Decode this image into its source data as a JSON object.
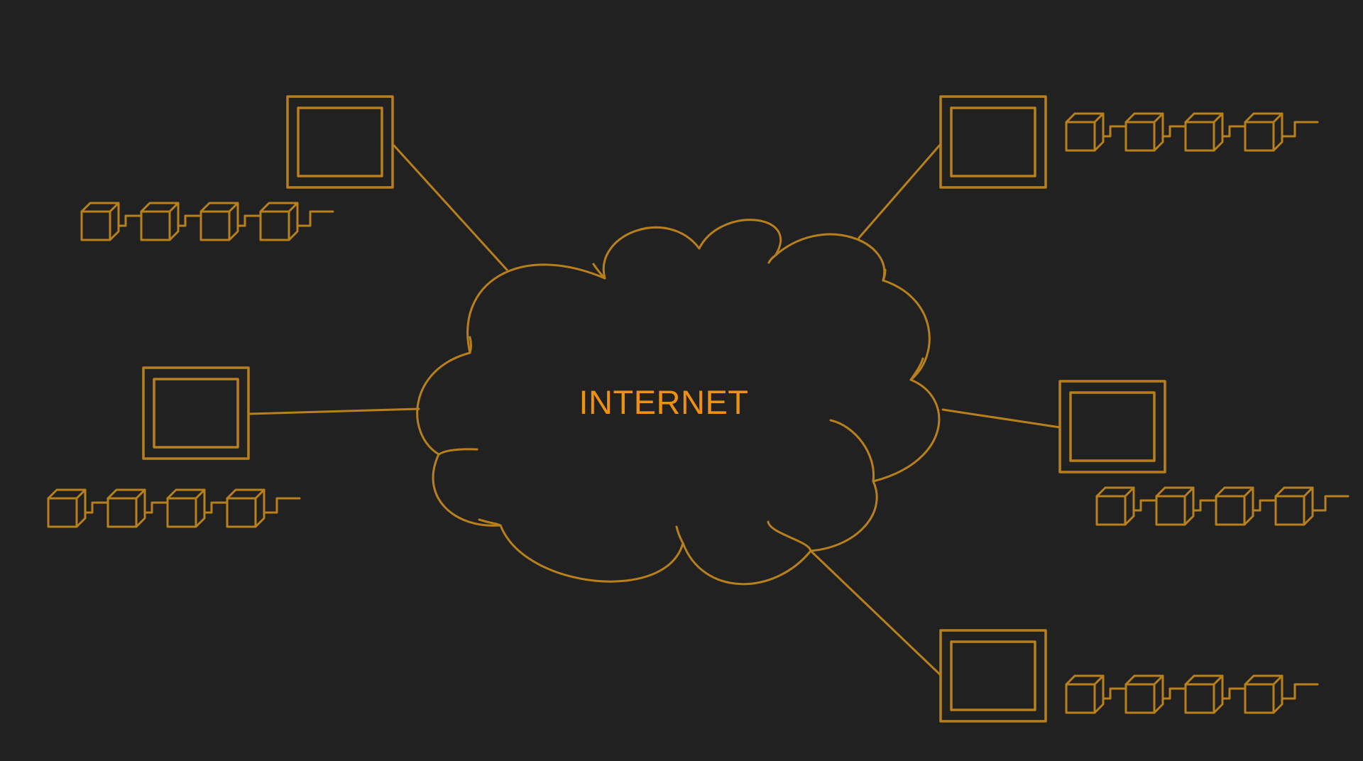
{
  "diagram": {
    "center_label": "INTERNET",
    "accent_color": "#b8801c",
    "label_color": "#f0900f",
    "background_color": "#212121",
    "node_icon": "computer-monitor-icon",
    "chain_icon": "cube-chain-icon",
    "nodes": [
      {
        "id": "top-left",
        "blocks": 4
      },
      {
        "id": "middle-left",
        "blocks": 4
      },
      {
        "id": "top-right",
        "blocks": 4
      },
      {
        "id": "middle-right",
        "blocks": 4
      },
      {
        "id": "bottom-right",
        "blocks": 4
      }
    ]
  }
}
